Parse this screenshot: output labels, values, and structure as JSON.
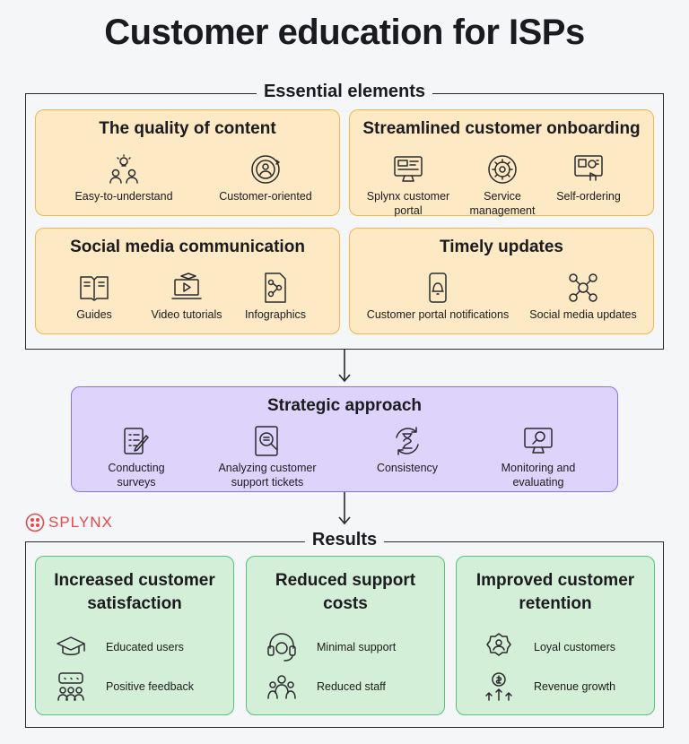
{
  "title": "Customer education for ISPs",
  "essential": {
    "label": "Essential elements",
    "quality": {
      "title": "The quality of content",
      "items": [
        "Easy-to-understand",
        "Customer-oriented"
      ]
    },
    "onboarding": {
      "title": "Streamlined customer onboarding",
      "items": [
        "Splynx customer\nportal",
        "Service\nmanagement",
        "Self-ordering"
      ]
    },
    "social": {
      "title": "Social media communication",
      "items": [
        "Guides",
        "Video tutorials",
        "Infographics"
      ]
    },
    "updates": {
      "title": "Timely updates",
      "items": [
        "Customer portal notifications",
        "Social media updates"
      ]
    }
  },
  "strategic": {
    "title": "Strategic approach",
    "items": [
      "Conducting\nsurveys",
      "Analyzing customer\nsupport tickets",
      "Consistency",
      "Monitoring and\nevaluating"
    ]
  },
  "brand": "SPLYNX",
  "results": {
    "label": "Results",
    "satisfaction": {
      "title": "Increased customer\nsatisfaction",
      "items": [
        "Educated users",
        "Positive feedback"
      ]
    },
    "costs": {
      "title": "Reduced support\ncosts",
      "items": [
        "Minimal support",
        "Reduced staff"
      ]
    },
    "retention": {
      "title": "Improved customer\nretention",
      "items": [
        "Loyal customers",
        "Revenue growth"
      ]
    }
  },
  "colors": {
    "orange": "#fde9c4",
    "purple": "#ddd3fb",
    "green": "#d4efd8",
    "brand": "#e5484d"
  }
}
